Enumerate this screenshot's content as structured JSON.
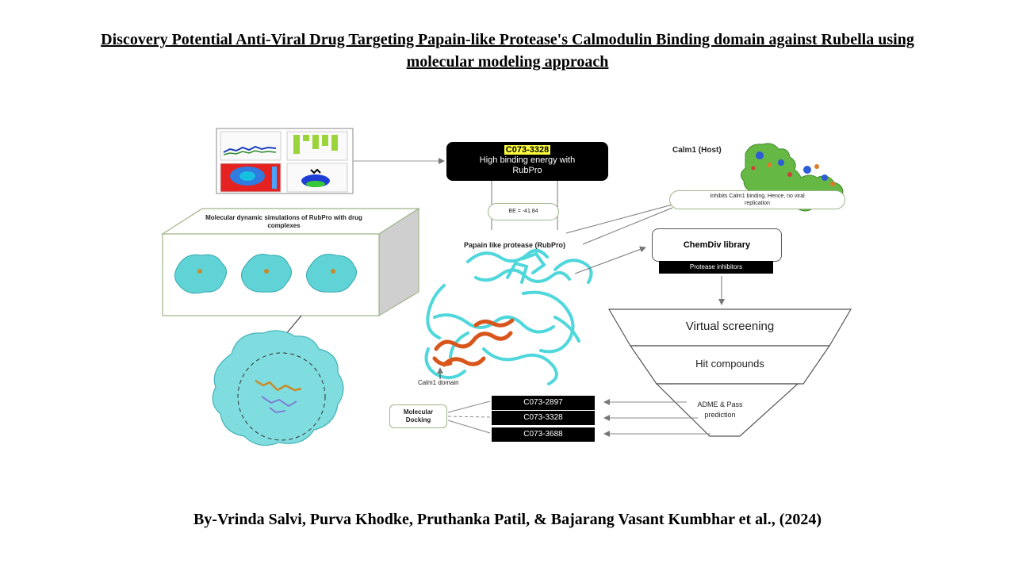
{
  "title": {
    "line1": "Discovery Potential Anti-Viral Drug Targeting Papain-like Protease's Calmodulin Binding domain against Rubella using",
    "line2": "molecular modeling approach"
  },
  "md_box_label": "Molecular dynamic simulations of RubPro with drug complexes",
  "top_compound": {
    "id": "C073-3328",
    "text": "High binding energy with RubPro"
  },
  "be_value": "BE = -41.84",
  "host_label": "Calm1 (Host)",
  "inhibits_text": "Inhibits Calm1 binding. Hence, no viral replication",
  "protease_label": "Papain like protease (RubPro)",
  "calm1_domain_label": "Calm1 domain",
  "chemdiv": {
    "title": "ChemDiv library",
    "subtitle": "Protease inhibitors"
  },
  "funnel": {
    "stage1": "Virtual screening",
    "stage2": "Hit compounds",
    "stage3": "ADME & Pass prediction"
  },
  "docking_label": "Molecular Docking",
  "hits": [
    "C073-2897",
    "C073-3328",
    "C073-3688"
  ],
  "byline": "By-Vrinda Salvi, Purva Khodke, Pruthanka Patil, & Bajarang Vasant Kumbhar et al., (2024)",
  "colors": {
    "protein": "#5fd3d6",
    "calm1_domain": "#d8561c",
    "box_border": "#9fb58a",
    "highlight": "#ffff3d"
  }
}
